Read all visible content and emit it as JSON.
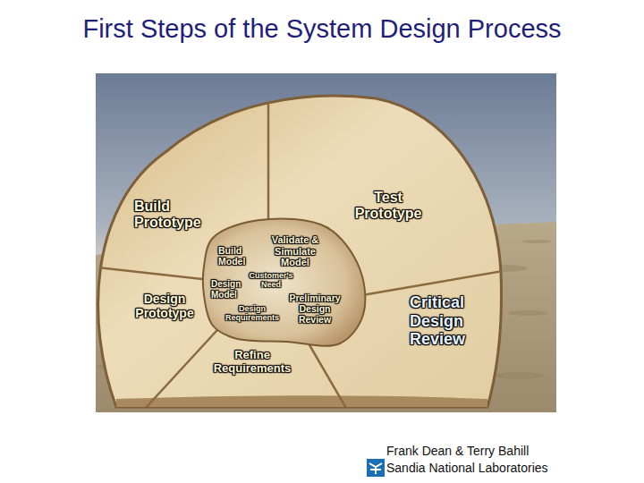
{
  "diagram": {
    "title": "First Steps of the System Design Process",
    "labels": [
      "Build Prototype",
      "Test Prototype",
      "Build Model",
      "Validate & Simulate Model",
      "Customer's Need",
      "Design Model",
      "Design Requirements",
      "Preliminary Design Review",
      "Design Prototype",
      "Refine Requirements",
      "Critical Design Review",
      "Frank Dean & Terry Bahill",
      "Sandia National Laboratories"
    ]
  }
}
